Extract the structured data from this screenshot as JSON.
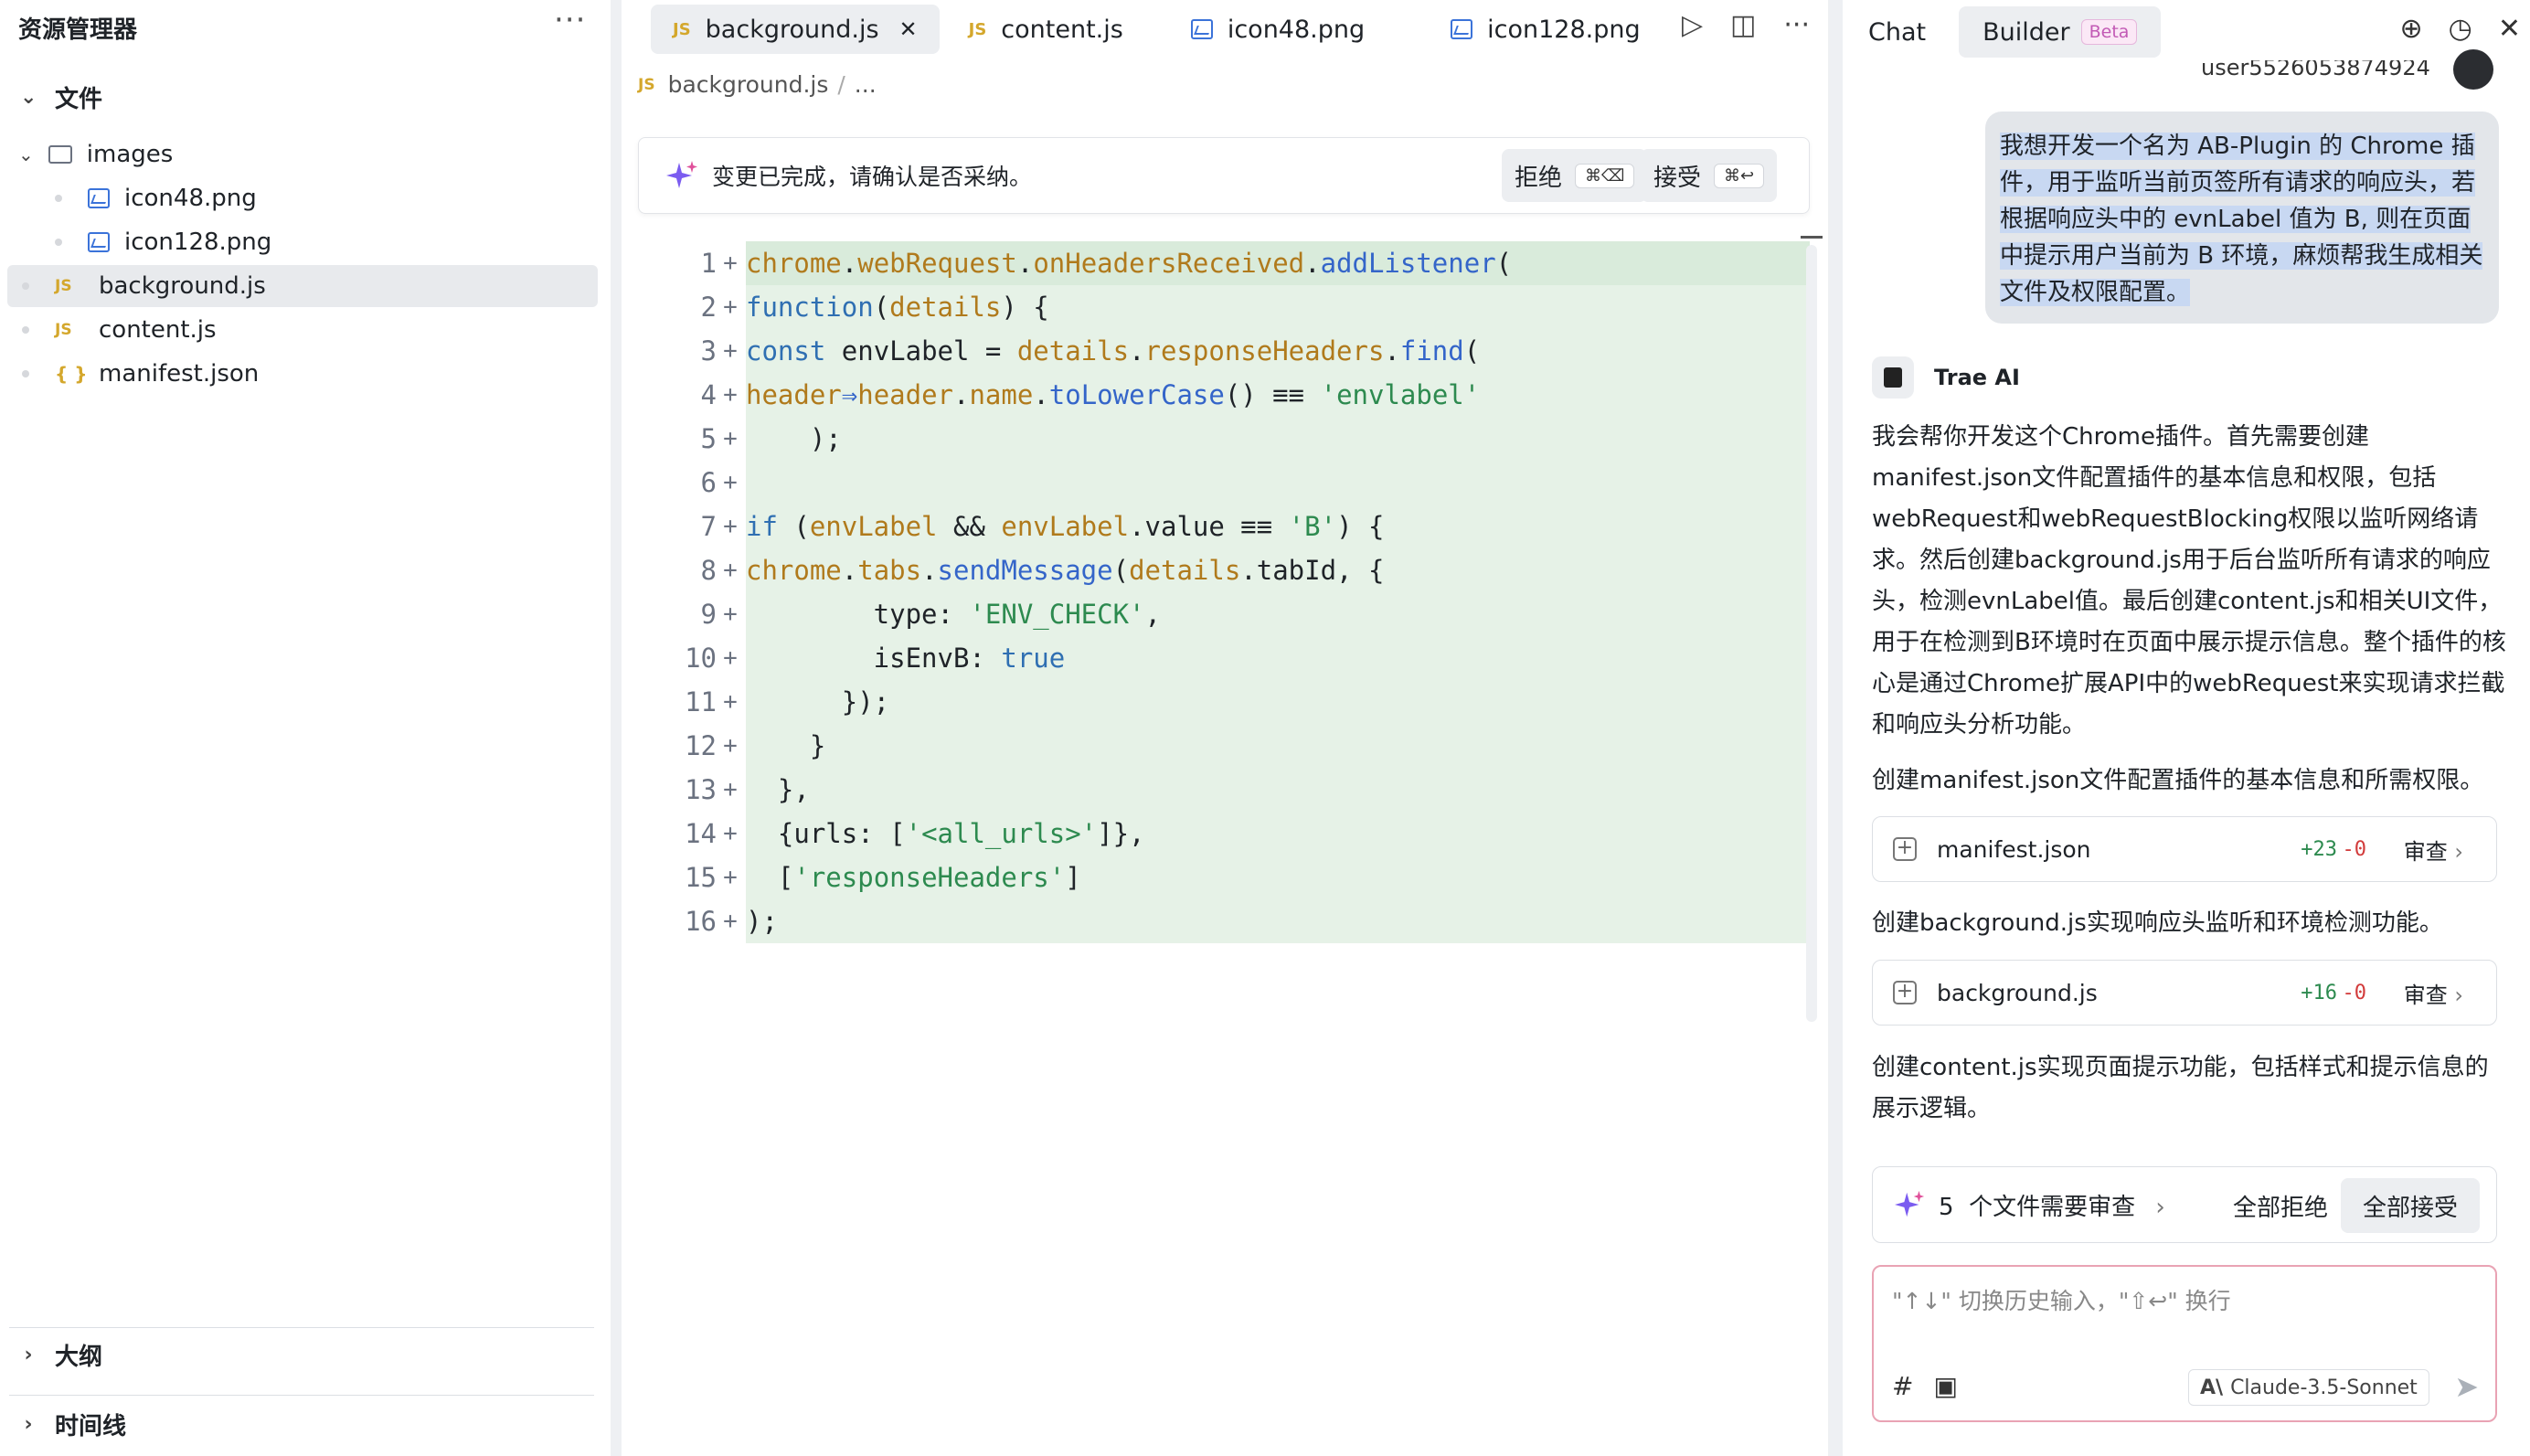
{
  "explorer": {
    "title": "资源管理器",
    "more": "···",
    "files_section": "文件",
    "items": [
      {
        "label": "images",
        "kind": "folder"
      },
      {
        "label": "icon48.png",
        "kind": "image"
      },
      {
        "label": "icon128.png",
        "kind": "image"
      },
      {
        "label": "background.js",
        "kind": "js",
        "selected": true
      },
      {
        "label": "content.js",
        "kind": "js"
      },
      {
        "label": "manifest.json",
        "kind": "json"
      }
    ],
    "outline_section": "大纲",
    "timeline_section": "时间线",
    "js_badge": "JS",
    "json_badge": "{ }"
  },
  "editor": {
    "tabs": [
      {
        "label": "background.js",
        "kind": "js",
        "active": true
      },
      {
        "label": "content.js",
        "kind": "js"
      },
      {
        "label": "icon48.png",
        "kind": "image"
      },
      {
        "label": "icon128.png",
        "kind": "image"
      }
    ],
    "breadcrumb": {
      "file": "background.js",
      "sep": "/",
      "rest": "..."
    },
    "notice": {
      "message": "变更已完成，请确认是否采纳。",
      "reject_label": "拒绝",
      "reject_key": "⌘⌫",
      "accept_label": "接受",
      "accept_key": "⌘↩"
    },
    "code_lines": [
      "1",
      "2",
      "3",
      "4",
      "5",
      "6",
      "7",
      "8",
      "9",
      "10",
      "11",
      "12",
      "13",
      "14",
      "15",
      "16"
    ],
    "plus": "+"
  },
  "chat": {
    "tabs": [
      {
        "label": "Chat"
      },
      {
        "label": "Builder",
        "badge": "Beta",
        "active": true
      }
    ],
    "user_id_cut": "user5526053874924",
    "user_message": "我想开发一个名为 AB-Plugin 的 Chrome 插件，用于监听当前页签所有请求的响应头，若根据响应头中的 evnLabel 值为 B, 则在页面中提示用户当前为 B 环境，麻烦帮我生成相关文件及权限配置。",
    "ai_name": "Trae AI",
    "ai_para1": "我会帮你开发这个Chrome插件。首先需要创建manifest.json文件配置插件的基本信息和权限，包括webRequest和webRequestBlocking权限以监听网络请求。然后创建background.js用于后台监听所有请求的响应头，检测evnLabel值。最后创建content.js和相关UI文件，用于在检测到B环境时在页面中展示提示信息。整个插件的核心是通过Chrome扩展API中的webRequest来实现请求拦截和响应头分析功能。",
    "ai_para2": "创建manifest.json文件配置插件的基本信息和所需权限。",
    "file_card1": {
      "name": "manifest.json",
      "add": "+23",
      "del": "-0",
      "review": "审查"
    },
    "ai_para3": "创建background.js实现响应头监听和环境检测功能。",
    "file_card2": {
      "name": "background.js",
      "add": "+16",
      "del": "-0",
      "review": "审查"
    },
    "ai_para4": "创建content.js实现页面提示功能，包括样式和提示信息的展示逻辑。",
    "review_bar": {
      "count": "5",
      "text": "个文件需要审查",
      "reject_all": "全部拒绝",
      "accept_all": "全部接受"
    },
    "input": {
      "placeholder": "\"↑↓\" 切换历史输入，\"⇧↩\" 换行",
      "model": "Claude-3.5-Sonnet"
    }
  },
  "colors": {
    "added_bg": "#e6f2e7",
    "accent_pink": "#c25ab5",
    "add_green": "#2d8a4f",
    "del_red": "#d23b3b"
  }
}
